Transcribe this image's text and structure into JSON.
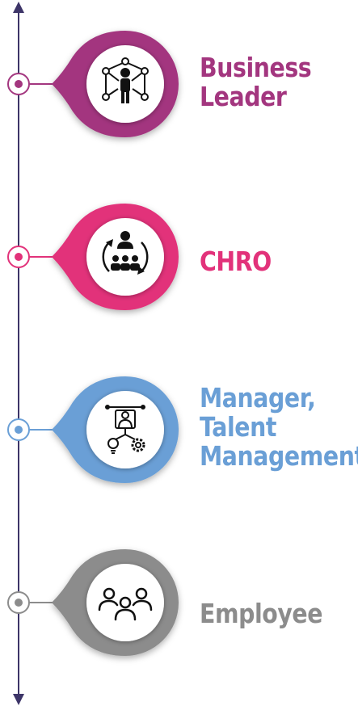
{
  "colors": {
    "axis": "#3d3568",
    "business_leader": "#a3367f",
    "chro": "#e2327a",
    "manager": "#6a9fd6",
    "employee": "#8c8c8c"
  },
  "levels": [
    {
      "key": "business_leader",
      "icon": "network-person-icon",
      "lines": [
        "Business",
        "Leader"
      ]
    },
    {
      "key": "chro",
      "icon": "team-cycle-icon",
      "lines": [
        "CHRO"
      ]
    },
    {
      "key": "manager",
      "icon": "presenter-ideas-icon",
      "lines": [
        "Manager,",
        "Talent",
        "Management"
      ]
    },
    {
      "key": "employee",
      "icon": "people-group-icon",
      "lines": [
        "Employee"
      ]
    }
  ]
}
